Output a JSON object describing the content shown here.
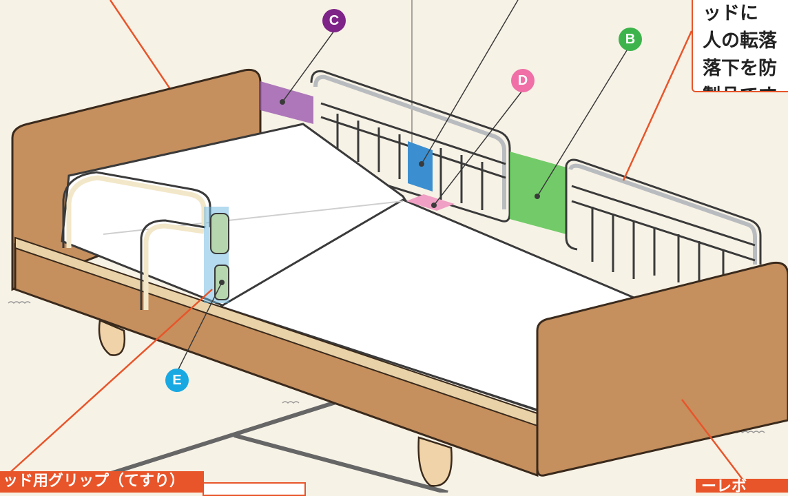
{
  "colors": {
    "leader": "#e8552a",
    "wood": "#c58f5e",
    "rail": "#b9bcbf",
    "badge_b": "#3cb44b",
    "badge_c": "#7e2387",
    "badge_d": "#ef6fa6",
    "badge_e": "#19a9e2",
    "zone_b": "#63c75a",
    "zone_c": "#a062b0",
    "zone_d": "#f0a0c4",
    "zone_e": "#6ab8e0"
  },
  "callouts": {
    "badge_b": "B",
    "badge_c": "C",
    "badge_d": "D",
    "badge_e": "E"
  },
  "note": {
    "lines": [
      "ッドに",
      "人の転落",
      "落下を防",
      "製品です"
    ]
  },
  "labels": {
    "grip_label": "ッド用グリップ（てすり）",
    "footboard_label": "ーレボ"
  },
  "icons": {
    "hatch": "hatch-icon"
  }
}
